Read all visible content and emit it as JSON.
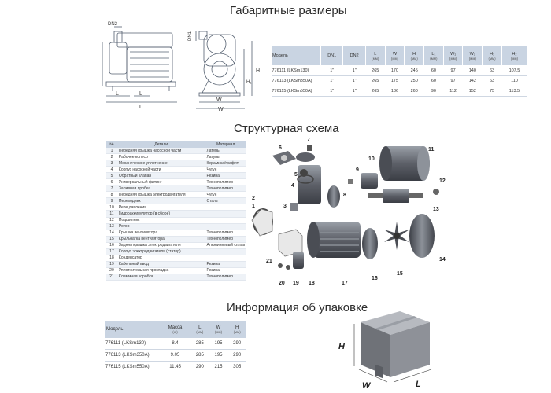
{
  "sections": {
    "dimensions_title": "Габаритные размеры",
    "structure_title": "Структурная схема",
    "packing_title": "Информация об упаковке"
  },
  "drawing_labels": {
    "dn2": "DN2",
    "dn1": "DN1",
    "h": "H",
    "h1": "H₁",
    "l": "L",
    "l1": "L",
    "l2": "L",
    "w": "W",
    "w1": "W"
  },
  "dimension_table": {
    "headers": [
      {
        "name": "Модель",
        "unit": ""
      },
      {
        "name": "DN1",
        "unit": ""
      },
      {
        "name": "DN2",
        "unit": ""
      },
      {
        "name": "L",
        "unit": "(мм)"
      },
      {
        "name": "W",
        "unit": "(мм)"
      },
      {
        "name": "H",
        "unit": "(мм)"
      },
      {
        "name": "L₁",
        "unit": "(мм)"
      },
      {
        "name": "W₁",
        "unit": "(мм)"
      },
      {
        "name": "W₂",
        "unit": "(мм)"
      },
      {
        "name": "H₁",
        "unit": "(мм)"
      },
      {
        "name": "H₂",
        "unit": "(мм)"
      }
    ],
    "rows": [
      [
        "776111 (LKSm130)",
        "1\"",
        "1\"",
        "265",
        "170",
        "245",
        "60",
        "97",
        "140",
        "63",
        "107.5"
      ],
      [
        "776113 (LKSm350A)",
        "1\"",
        "1\"",
        "265",
        "175",
        "250",
        "60",
        "97",
        "142",
        "63",
        "110"
      ],
      [
        "776115 (LKSm550A)",
        "1\"",
        "1\"",
        "265",
        "186",
        "260",
        "90",
        "112",
        "152",
        "75",
        "113.5"
      ]
    ]
  },
  "parts_table": {
    "headers": [
      "№",
      "Детали",
      "Материал"
    ],
    "rows": [
      [
        "1",
        "Передняя крышка насосной части",
        "Латунь"
      ],
      [
        "2",
        "Рабочее колесо",
        "Латунь"
      ],
      [
        "3",
        "Механическое уплотнение",
        "Керамика/графит"
      ],
      [
        "4",
        "Корпус насосной части",
        "Чугун"
      ],
      [
        "5",
        "Обратный клапан",
        "Резина"
      ],
      [
        "6",
        "Универсальный фитинг",
        "Технополимер"
      ],
      [
        "7",
        "Заливная пробка",
        "Технополимер"
      ],
      [
        "8",
        "Передняя крышка электродвигателя",
        "Чугун"
      ],
      [
        "9",
        "Переходник",
        "Сталь"
      ],
      [
        "10",
        "Реле давления",
        ""
      ],
      [
        "11",
        "Гидроаккумулятор (в сборе)",
        ""
      ],
      [
        "12",
        "Подшипник",
        ""
      ],
      [
        "13",
        "Ротор",
        ""
      ],
      [
        "14",
        "Крышка вентилятора",
        "Технополимер"
      ],
      [
        "15",
        "Крыльчатка вентилятора",
        "Технополимер"
      ],
      [
        "16",
        "Задняя крышка электродвигателя",
        "Алюминиевый сплав"
      ],
      [
        "17",
        "Корпус электродвигателя (статор)",
        ""
      ],
      [
        "18",
        "Конденсатор",
        ""
      ],
      [
        "19",
        "Кабельный ввод",
        "Резина"
      ],
      [
        "20",
        "Уплотнительная прокладка",
        "Резина"
      ],
      [
        "21",
        "Клеммная коробка",
        "Технополимер"
      ]
    ]
  },
  "exploded_labels": [
    "1",
    "2",
    "3",
    "4",
    "5",
    "6",
    "7",
    "8",
    "9",
    "10",
    "11",
    "12",
    "13",
    "14",
    "15",
    "16",
    "17",
    "18",
    "19",
    "20",
    "21"
  ],
  "packing_table": {
    "headers": [
      {
        "name": "Модель",
        "unit": ""
      },
      {
        "name": "Масса",
        "unit": "(кг)"
      },
      {
        "name": "L",
        "unit": "(мм)"
      },
      {
        "name": "W",
        "unit": "(мм)"
      },
      {
        "name": "H",
        "unit": "(мм)"
      }
    ],
    "rows": [
      [
        "776111 (LKSm130)",
        "8.4",
        "285",
        "195",
        "290"
      ],
      [
        "776113 (LKSm350A)",
        "9.05",
        "285",
        "195",
        "290"
      ],
      [
        "776115 (LKSm550A)",
        "11.45",
        "290",
        "215",
        "305"
      ]
    ]
  },
  "box_labels": {
    "h": "H",
    "w": "W",
    "l": "L"
  },
  "colors": {
    "table_header": "#c9d4e2",
    "drawing_line": "#556070",
    "part_dark": "#5d6068"
  }
}
